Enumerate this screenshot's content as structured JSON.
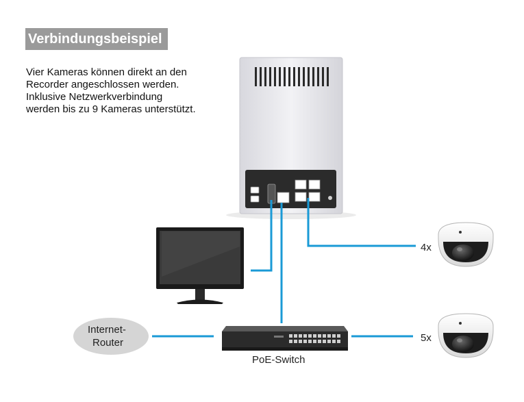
{
  "heading": "Verbindungsbeispiel",
  "description": "Vier Kameras können direkt an den\nRecorder angeschlossen werden.\nInklusive Netzwerkverbindung\nwerden bis zu 9 Kameras unterstützt.",
  "router_label_line1": "Internet-",
  "router_label_line2": "Router",
  "switch_label": "PoE-Switch",
  "camera_top_count": "4x",
  "camera_bottom_count": "5x",
  "colors": {
    "cable": "#1a9ad6",
    "heading_bg": "#9a9a9a",
    "router_bg": "#d5d5d5",
    "recorder_body": "#ececf0",
    "panel": "#2b2b2b"
  },
  "icons": [
    "nvr-recorder-icon",
    "monitor-icon",
    "poe-switch-icon",
    "dome-camera-icon",
    "router-ellipse-icon"
  ]
}
